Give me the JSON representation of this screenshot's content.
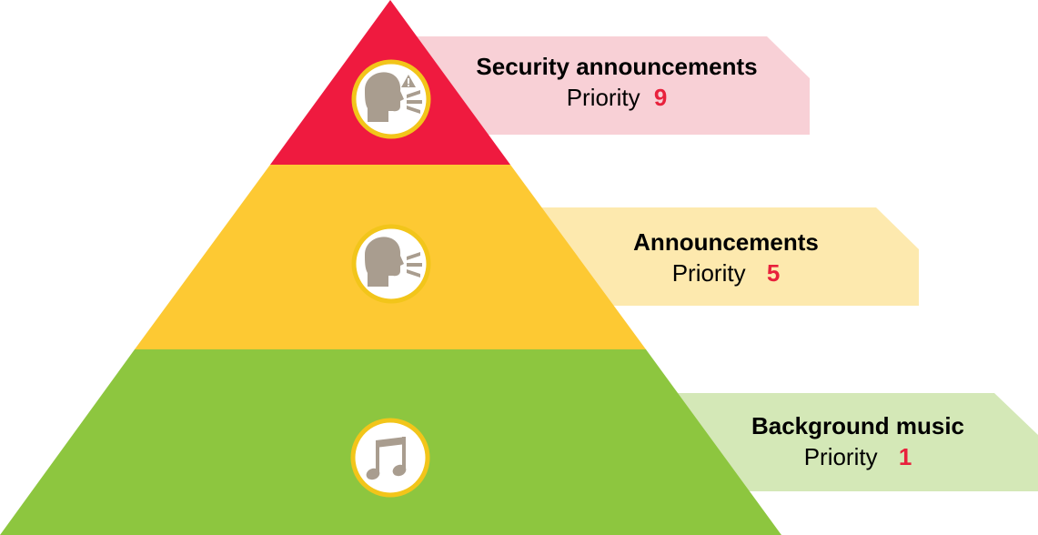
{
  "colors": {
    "top_tier": "#ef1a3f",
    "middle_tier": "#fdc933",
    "bottom_tier": "#8dc63f",
    "top_banner": "#f8d0d6",
    "middle_banner": "#fde9ae",
    "bottom_banner": "#d4e8b7",
    "icon_ring": "#f2c51a",
    "icon_fill": "#ffffff",
    "icon_glyph": "#a99d8f",
    "priority_number": "#e8213c"
  },
  "tiers": [
    {
      "title": "Security announcements",
      "priority_label": "Priority",
      "priority_value": "9",
      "icon": "speaking-head-warning-icon"
    },
    {
      "title": "Announcements",
      "priority_label": "Priority",
      "priority_value": "5",
      "icon": "speaking-head-icon"
    },
    {
      "title": "Background music",
      "priority_label": "Priority",
      "priority_value": "1",
      "icon": "music-note-icon"
    }
  ]
}
